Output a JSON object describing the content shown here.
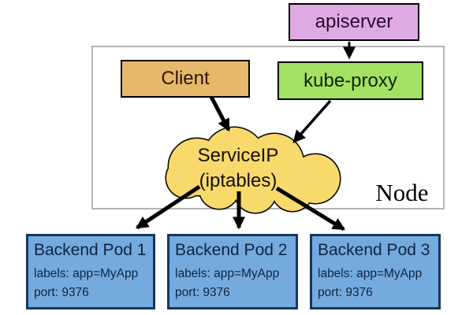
{
  "nodes": {
    "apiserver": {
      "label": "apiserver"
    },
    "client": {
      "label": "Client"
    },
    "kube_proxy": {
      "label": "kube-proxy"
    },
    "service_ip": {
      "line1": "ServiceIP",
      "line2": "(iptables)"
    },
    "node": {
      "label": "Node"
    }
  },
  "pods": [
    {
      "title": "Backend Pod 1",
      "labels": "labels: app=MyApp",
      "port": "port: 9376"
    },
    {
      "title": "Backend Pod 2",
      "labels": "labels: app=MyApp",
      "port": "port: 9376"
    },
    {
      "title": "Backend Pod 3",
      "labels": "labels: app=MyApp",
      "port": "port: 9376"
    }
  ],
  "edges": [
    {
      "from": "apiserver",
      "to": "kube-proxy"
    },
    {
      "from": "Client",
      "to": "ServiceIP (iptables)"
    },
    {
      "from": "kube-proxy",
      "to": "ServiceIP (iptables)"
    },
    {
      "from": "ServiceIP (iptables)",
      "to": "Backend Pod 1"
    },
    {
      "from": "ServiceIP (iptables)",
      "to": "Backend Pod 2"
    },
    {
      "from": "ServiceIP (iptables)",
      "to": "Backend Pod 3"
    }
  ],
  "colors": {
    "apiserver": "#dfaae4",
    "client": "#e6b86a",
    "kube_proxy": "#a3e163",
    "cloud": "#f8d96b",
    "pod": "#75aadf",
    "pod_border": "#16365c",
    "pod_text": "#0e2440",
    "node_border": "#b4b4b4",
    "arrow": "#000000"
  }
}
